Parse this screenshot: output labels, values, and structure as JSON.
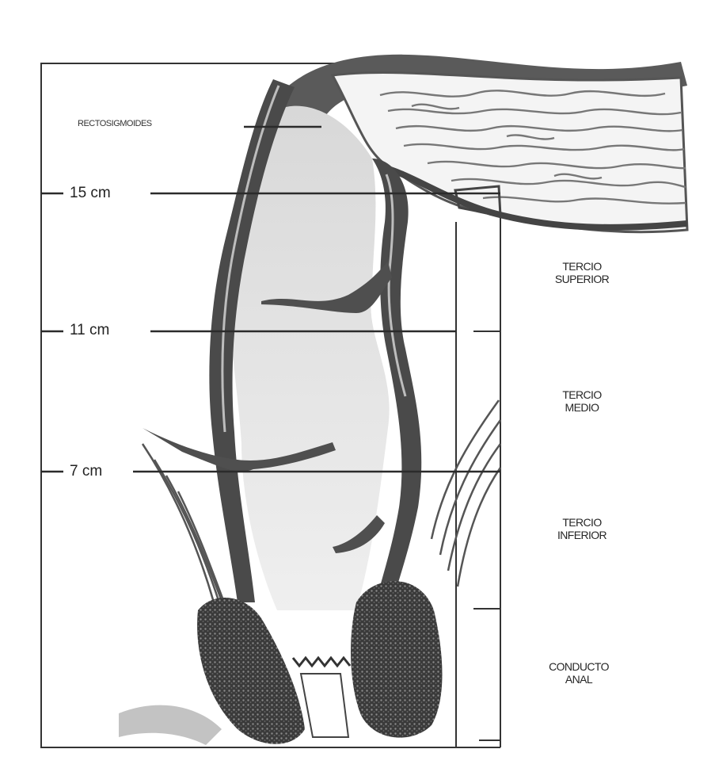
{
  "figure": {
    "top_label": "RECTOSIGMOIDES",
    "levels": [
      {
        "text": "15 cm"
      },
      {
        "text": "11 cm"
      },
      {
        "text": "7 cm"
      }
    ],
    "sections": [
      {
        "line1": "TERCIO",
        "line2": "SUPERIOR"
      },
      {
        "line1": "TERCIO",
        "line2": "MEDIO"
      },
      {
        "line1": "TERCIO",
        "line2": "INFERIOR"
      },
      {
        "line1": "CONDUCTO",
        "line2": "ANAL"
      }
    ]
  }
}
